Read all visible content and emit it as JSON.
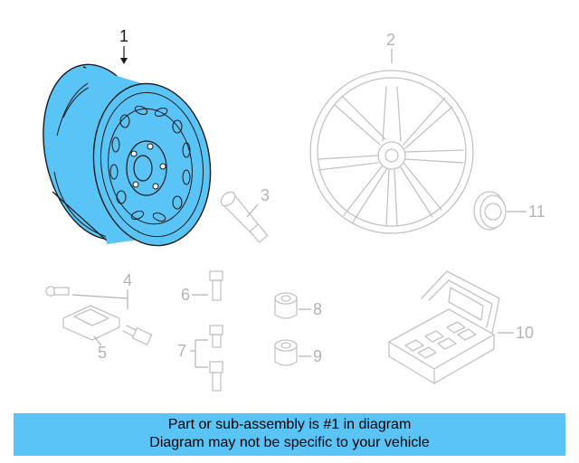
{
  "callouts": {
    "c1": "1",
    "c2": "2",
    "c3": "3",
    "c4": "4",
    "c5": "5",
    "c6": "6",
    "c7": "7",
    "c8": "8",
    "c9": "9",
    "c10": "10",
    "c11": "11"
  },
  "highlight_color": "#5ac4f7",
  "banner": {
    "line1": "Part or sub-assembly is #1 in diagram",
    "line2": "Diagram may not be specific to your vehicle"
  }
}
